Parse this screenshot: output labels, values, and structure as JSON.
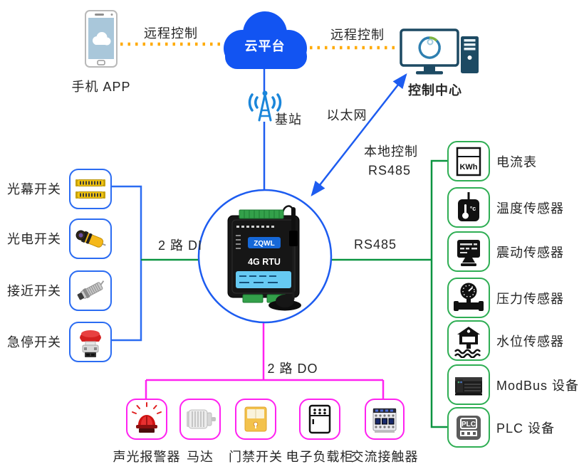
{
  "diagram": {
    "phone": {
      "label": "手机 APP",
      "icon": "phone-app-icon"
    },
    "cloud": {
      "label": "云平台",
      "icon": "cloud-platform-icon"
    },
    "control_center": {
      "label": "控制中心",
      "icon": "desktop-computer-icon"
    },
    "base_station": {
      "label": "基站",
      "icon": "base-station-antenna-icon"
    },
    "links": {
      "remote_left": "远程控制",
      "remote_right": "远程控制",
      "ethernet": "以太网",
      "local_line1": "本地控制",
      "local_line2": "RS485",
      "di": "2 路 DI",
      "do_": "2 路 DO",
      "rs485": "RS485"
    },
    "rtu": {
      "brand": "ZQWL",
      "model": "4G RTU",
      "icon": "4g-rtu-device-icon"
    },
    "left_group": {
      "items": [
        {
          "label": "光幕开关",
          "icon": "light-curtain-icon"
        },
        {
          "label": "光电开关",
          "icon": "photoelectric-switch-icon"
        },
        {
          "label": "接近开关",
          "icon": "proximity-switch-icon"
        },
        {
          "label": "急停开关",
          "icon": "emergency-stop-icon"
        }
      ]
    },
    "right_group": {
      "meter_text": "KWh",
      "plc_text": "PLC",
      "items": [
        {
          "label": "电流表",
          "icon": "ammeter-kwh-icon"
        },
        {
          "label": "温度传感器",
          "icon": "temperature-sensor-icon"
        },
        {
          "label": "震动传感器",
          "icon": "vibration-sensor-icon"
        },
        {
          "label": "压力传感器",
          "icon": "pressure-sensor-icon"
        },
        {
          "label": "水位传感器",
          "icon": "water-level-sensor-icon"
        },
        {
          "label": "ModBus 设备",
          "icon": "modbus-device-icon"
        },
        {
          "label": "PLC 设备",
          "icon": "plc-device-icon"
        }
      ]
    },
    "bottom_group": {
      "items": [
        {
          "label": "声光报警器",
          "icon": "sound-light-alarm-icon"
        },
        {
          "label": "马达",
          "icon": "motor-icon"
        },
        {
          "label": "门禁开关",
          "icon": "door-access-icon"
        },
        {
          "label": "电子负载柜",
          "icon": "load-cabinet-icon"
        },
        {
          "label": "交流接触器",
          "icon": "ac-contactor-icon"
        }
      ]
    },
    "colors": {
      "blue_line": "#1d5cf0",
      "green_line": "#0a9440",
      "magenta_line": "#ff22f0",
      "orange_dots": "#ffaa00",
      "blue_box_border": "#2b6cf2",
      "green_box_border": "#2fae54",
      "cloud_blue": "#1254f2",
      "navy": "#1d4a63"
    }
  }
}
